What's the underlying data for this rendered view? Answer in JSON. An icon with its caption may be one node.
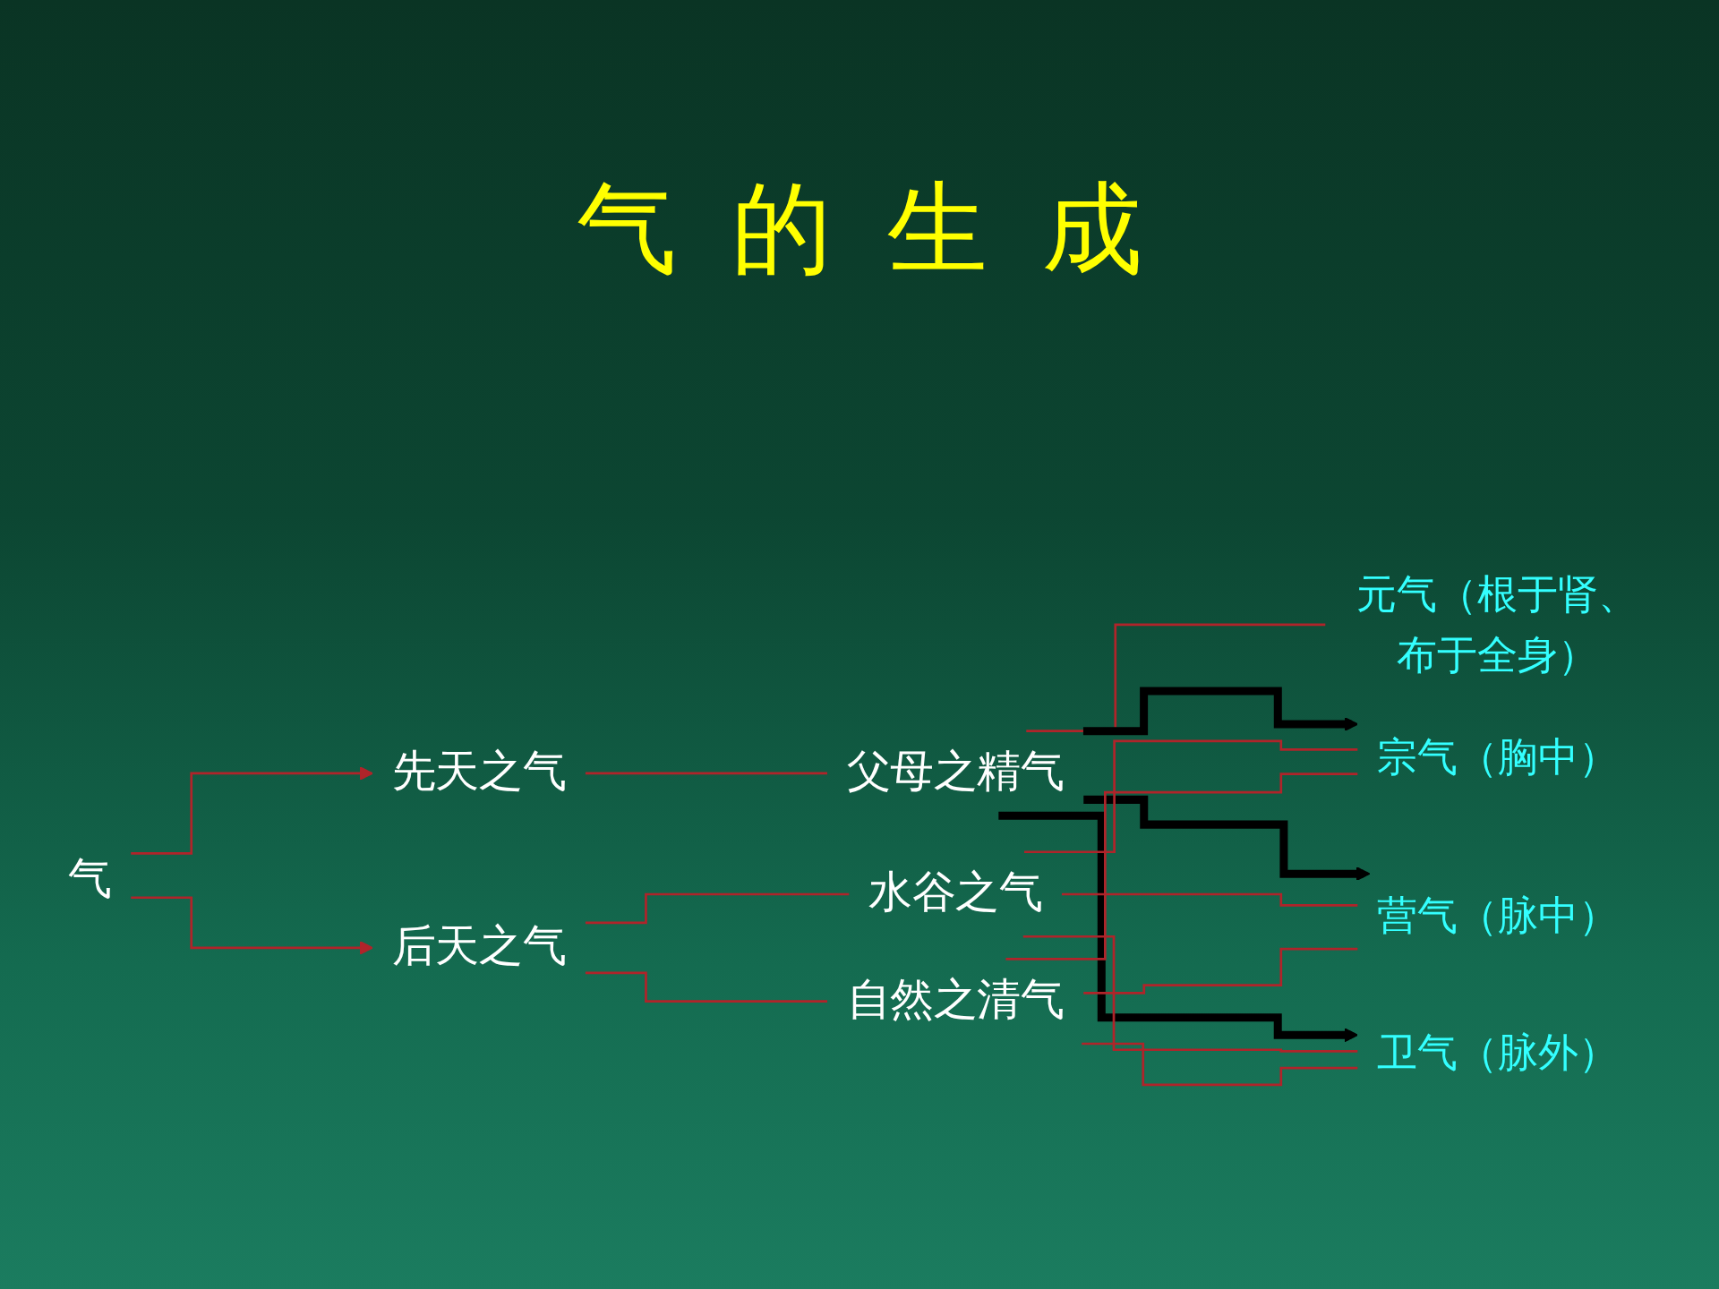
{
  "diagram": {
    "title": "气的生成",
    "nodes": [
      {
        "text": [
          "气"
        ]
      },
      {
        "text": [
          "先天之气"
        ]
      },
      {
        "text": [
          "父母之精气"
        ]
      },
      {
        "text": [
          "元气（根于肾、布于全身）"
        ]
      },
      {
        "text": [
          "后天之气"
        ]
      },
      {
        "text": [
          "水谷之气"
        ]
      },
      {
        "text": [
          "自然之清气"
        ]
      },
      {
        "text": [
          "宗气（胸中）"
        ]
      },
      {
        "text": [
          "营气（脉中）"
        ]
      },
      {
        "text": [
          "卫气（脉外）"
        ]
      }
    ],
    "edges": [
      {
        "from": 0,
        "to": 1,
        "arrow": "to"
      },
      {
        "from": 0,
        "to": 4,
        "arrow": "to"
      },
      {
        "from": 1,
        "to": 2,
        "arrow": "none"
      },
      {
        "from": 2,
        "to": 3,
        "arrow": "none"
      },
      {
        "from": 2,
        "to": 7,
        "arrow": "to",
        "style": "thick",
        "color": "#000000"
      },
      {
        "from": 2,
        "to": 8,
        "arrow": "to",
        "style": "thick",
        "color": "#000000"
      },
      {
        "from": 2,
        "to": 9,
        "arrow": "to",
        "style": "thick",
        "color": "#000000"
      },
      {
        "from": 4,
        "to": 5,
        "arrow": "none"
      },
      {
        "from": 4,
        "to": 6,
        "arrow": "none"
      },
      {
        "from": 5,
        "to": 7,
        "arrow": "none"
      },
      {
        "from": 5,
        "to": 8,
        "arrow": "none"
      },
      {
        "from": 5,
        "to": 9,
        "arrow": "none"
      },
      {
        "from": 6,
        "to": 7,
        "arrow": "none"
      },
      {
        "from": 6,
        "to": 8,
        "arrow": "none"
      },
      {
        "from": 6,
        "to": 9,
        "arrow": "none"
      }
    ]
  }
}
